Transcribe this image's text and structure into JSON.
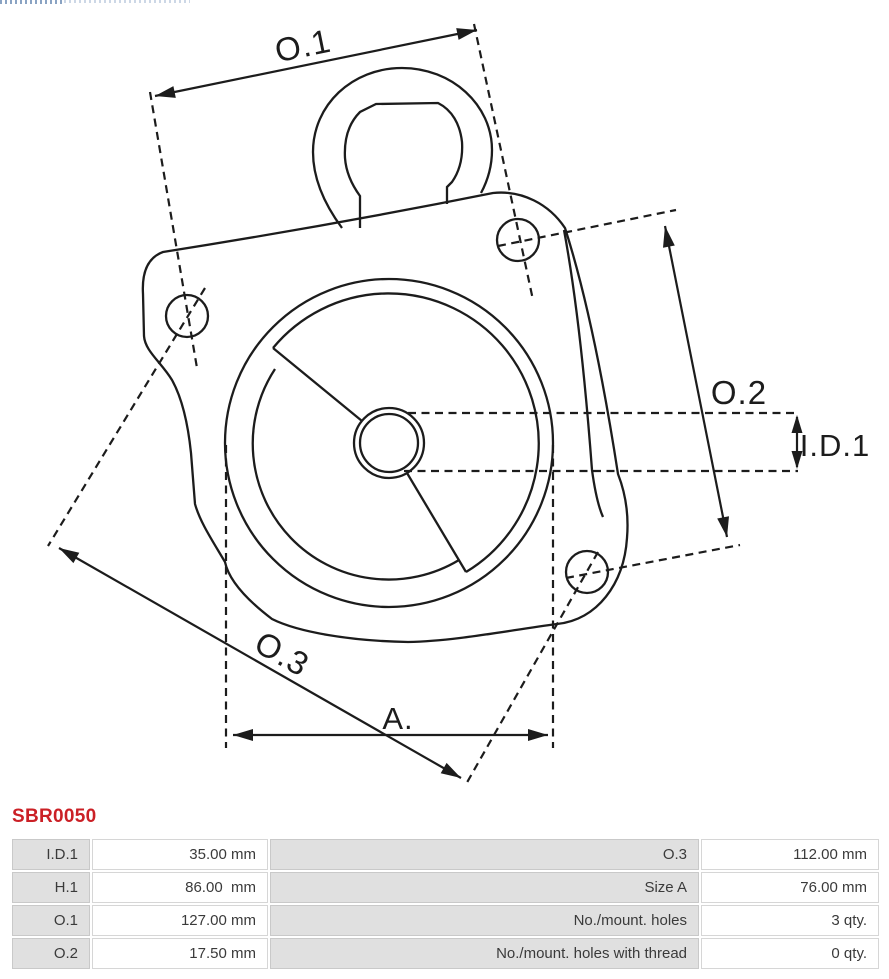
{
  "title": "SBR0050",
  "colors": {
    "title_red": "#cb2026",
    "line_color": "#1c1c1c",
    "table_label_gray": "#e0e0e0",
    "table_border": "#c9c9c9"
  },
  "drawing": {
    "labels": {
      "o1": "O.1",
      "o2": "O.2",
      "o3": "O.3",
      "id1": "I.D.1",
      "a": "A."
    }
  },
  "table": {
    "rows": [
      {
        "k1": "I.D.1",
        "v1": "35.00 mm",
        "k2": "O.3",
        "v2": "112.00 mm"
      },
      {
        "k1": "H.1",
        "v1": "86.00  mm",
        "k2": "Size A",
        "v2": "76.00 mm"
      },
      {
        "k1": "O.1",
        "v1": "127.00 mm",
        "k2": "No./mount. holes",
        "v2": "3 qty."
      },
      {
        "k1": "O.2",
        "v1": "17.50 mm",
        "k2": "No./mount. holes with thread",
        "v2": "0 qty."
      }
    ]
  }
}
